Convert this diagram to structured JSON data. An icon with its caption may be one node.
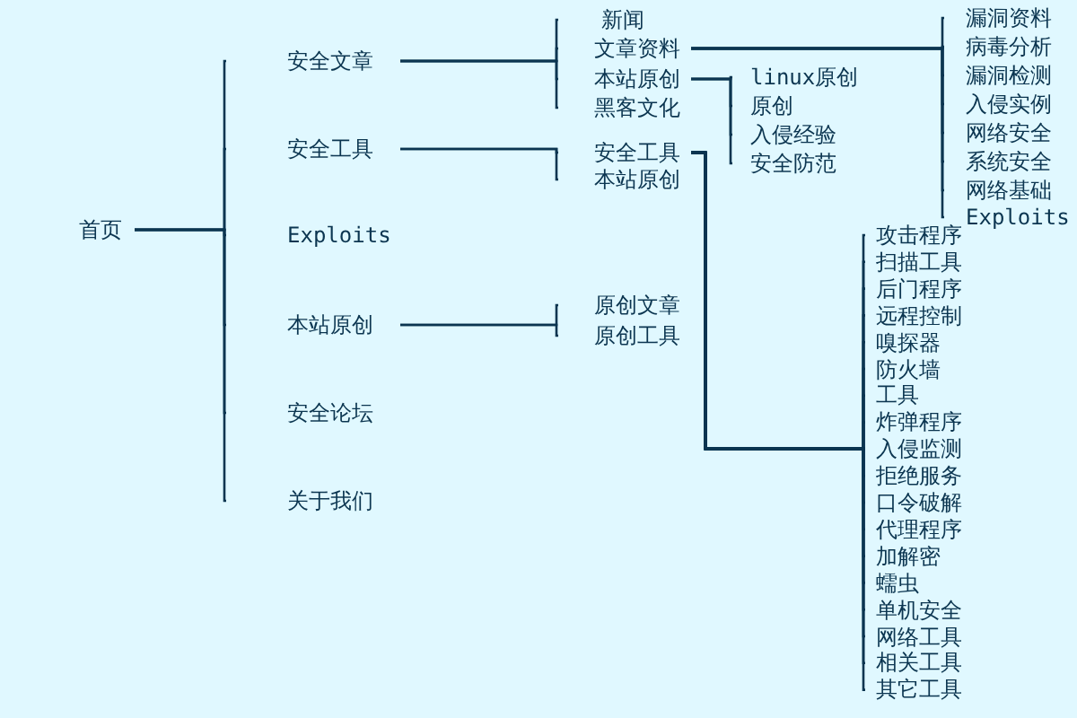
{
  "diagram": {
    "nodes": [
      {
        "text": [
          "首页"
        ]
      },
      {
        "text": [
          "安全文章"
        ]
      },
      {
        "text": [
          "安全工具"
        ]
      },
      {
        "text": [
          "Exploits"
        ]
      },
      {
        "text": [
          "本站原创"
        ]
      },
      {
        "text": [
          "安全论坛"
        ]
      },
      {
        "text": [
          "关于我们"
        ]
      },
      {
        "text": [
          "新闻"
        ]
      },
      {
        "text": [
          "文章资料"
        ]
      },
      {
        "text": [
          "本站原创"
        ]
      },
      {
        "text": [
          "黑客文化"
        ]
      },
      {
        "text": [
          "安全工具"
        ]
      },
      {
        "text": [
          "本站原创"
        ]
      },
      {
        "text": [
          "漏洞资料"
        ]
      },
      {
        "text": [
          "病毒分析"
        ]
      },
      {
        "text": [
          "漏洞检测"
        ]
      },
      {
        "text": [
          "入侵实例"
        ]
      },
      {
        "text": [
          "网络安全"
        ]
      },
      {
        "text": [
          "系统安全"
        ]
      },
      {
        "text": [
          "网络基础"
        ]
      },
      {
        "text": [
          "Exploits"
        ]
      },
      {
        "text": [
          "linux原创"
        ]
      },
      {
        "text": [
          "原创"
        ]
      },
      {
        "text": [
          "入侵经验"
        ]
      },
      {
        "text": [
          "安全防范"
        ]
      },
      {
        "text": [
          "攻击程序"
        ]
      },
      {
        "text": [
          "扫描工具"
        ]
      },
      {
        "text": [
          "后门程序"
        ]
      },
      {
        "text": [
          "远程控制"
        ]
      },
      {
        "text": [
          "嗅探器"
        ]
      },
      {
        "text": [
          "防火墙"
        ]
      },
      {
        "text": [
          "工具"
        ]
      },
      {
        "text": [
          "炸弹程序"
        ]
      },
      {
        "text": [
          "入侵监测"
        ]
      },
      {
        "text": [
          "拒绝服务"
        ]
      },
      {
        "text": [
          "口令破解"
        ]
      },
      {
        "text": [
          "代理程序"
        ]
      },
      {
        "text": [
          "加解密"
        ]
      },
      {
        "text": [
          "蠕虫"
        ]
      },
      {
        "text": [
          "单机安全"
        ]
      },
      {
        "text": [
          "网络工具"
        ]
      },
      {
        "text": [
          "相关工具"
        ]
      },
      {
        "text": [
          "其它工具"
        ]
      },
      {
        "text": [
          "原创文章"
        ]
      },
      {
        "text": [
          "原创工具"
        ]
      }
    ],
    "edges": [
      {
        "from": 0,
        "to": 1,
        "arrow": "none"
      },
      {
        "from": 0,
        "to": 2,
        "arrow": "none"
      },
      {
        "from": 0,
        "to": 3,
        "arrow": "none"
      },
      {
        "from": 0,
        "to": 4,
        "arrow": "none"
      },
      {
        "from": 0,
        "to": 5,
        "arrow": "none"
      },
      {
        "from": 0,
        "to": 6,
        "arrow": "none"
      },
      {
        "from": 1,
        "to": 7,
        "arrow": "none"
      },
      {
        "from": 1,
        "to": 8,
        "arrow": "none"
      },
      {
        "from": 1,
        "to": 9,
        "arrow": "none"
      },
      {
        "from": 1,
        "to": 10,
        "arrow": "none"
      },
      {
        "from": 2,
        "to": 11,
        "arrow": "none"
      },
      {
        "from": 2,
        "to": 12,
        "arrow": "none"
      },
      {
        "from": 4,
        "to": 43,
        "arrow": "none"
      },
      {
        "from": 4,
        "to": 44,
        "arrow": "none"
      },
      {
        "from": 8,
        "to": 13,
        "arrow": "none"
      },
      {
        "from": 8,
        "to": 14,
        "arrow": "none"
      },
      {
        "from": 8,
        "to": 15,
        "arrow": "none"
      },
      {
        "from": 8,
        "to": 16,
        "arrow": "none"
      },
      {
        "from": 8,
        "to": 17,
        "arrow": "none"
      },
      {
        "from": 8,
        "to": 18,
        "arrow": "none"
      },
      {
        "from": 8,
        "to": 19,
        "arrow": "none"
      },
      {
        "from": 8,
        "to": 20,
        "arrow": "none"
      },
      {
        "from": 9,
        "to": 21,
        "arrow": "none"
      },
      {
        "from": 9,
        "to": 22,
        "arrow": "none"
      },
      {
        "from": 9,
        "to": 23,
        "arrow": "none"
      },
      {
        "from": 9,
        "to": 24,
        "arrow": "none"
      },
      {
        "from": 11,
        "to": 25,
        "arrow": "none"
      },
      {
        "from": 11,
        "to": 26,
        "arrow": "none"
      },
      {
        "from": 11,
        "to": 27,
        "arrow": "none"
      },
      {
        "from": 11,
        "to": 28,
        "arrow": "none"
      },
      {
        "from": 11,
        "to": 29,
        "arrow": "none"
      },
      {
        "from": 11,
        "to": 30,
        "arrow": "none"
      },
      {
        "from": 11,
        "to": 31,
        "arrow": "none"
      },
      {
        "from": 11,
        "to": 32,
        "arrow": "none"
      },
      {
        "from": 11,
        "to": 33,
        "arrow": "none"
      },
      {
        "from": 11,
        "to": 34,
        "arrow": "none"
      },
      {
        "from": 11,
        "to": 35,
        "arrow": "none"
      },
      {
        "from": 11,
        "to": 36,
        "arrow": "none"
      },
      {
        "from": 11,
        "to": 37,
        "arrow": "none"
      },
      {
        "from": 11,
        "to": 38,
        "arrow": "none"
      },
      {
        "from": 11,
        "to": 39,
        "arrow": "none"
      },
      {
        "from": 11,
        "to": 40,
        "arrow": "none"
      },
      {
        "from": 11,
        "to": 41,
        "arrow": "none"
      },
      {
        "from": 11,
        "to": 42,
        "arrow": "none"
      }
    ]
  }
}
